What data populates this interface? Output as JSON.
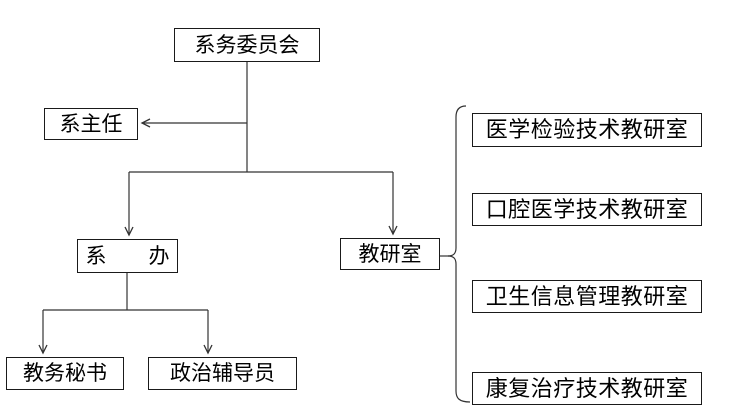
{
  "diagram": {
    "type": "org-chart",
    "nodes": {
      "committee": {
        "label": "系务委员会"
      },
      "head": {
        "label": "系主任"
      },
      "office": {
        "label": "系　　办"
      },
      "teaching": {
        "label": "教研室"
      },
      "secretary": {
        "label": "教务秘书"
      },
      "counselor": {
        "label": "政治辅导员"
      },
      "ro_1": {
        "label": "医学检验技术教研室"
      },
      "ro_2": {
        "label": "口腔医学技术教研室"
      },
      "ro_3": {
        "label": "卫生信息管理教研室"
      },
      "ro_4": {
        "label": "康复治疗技术教研室"
      }
    },
    "edges": [
      {
        "from": "committee",
        "to": "head",
        "style": "arrow"
      },
      {
        "from": "committee",
        "to": "office",
        "style": "arrow"
      },
      {
        "from": "committee",
        "to": "teaching",
        "style": "arrow"
      },
      {
        "from": "office",
        "to": "secretary",
        "style": "arrow"
      },
      {
        "from": "office",
        "to": "counselor",
        "style": "arrow"
      },
      {
        "from": "teaching",
        "to": "ro_1",
        "style": "brace"
      },
      {
        "from": "teaching",
        "to": "ro_2",
        "style": "brace"
      },
      {
        "from": "teaching",
        "to": "ro_3",
        "style": "brace"
      },
      {
        "from": "teaching",
        "to": "ro_4",
        "style": "brace"
      }
    ],
    "colors": {
      "line": "#333333",
      "box_border": "#1a1a1a",
      "text": "#000000",
      "background": "#ffffff"
    }
  }
}
